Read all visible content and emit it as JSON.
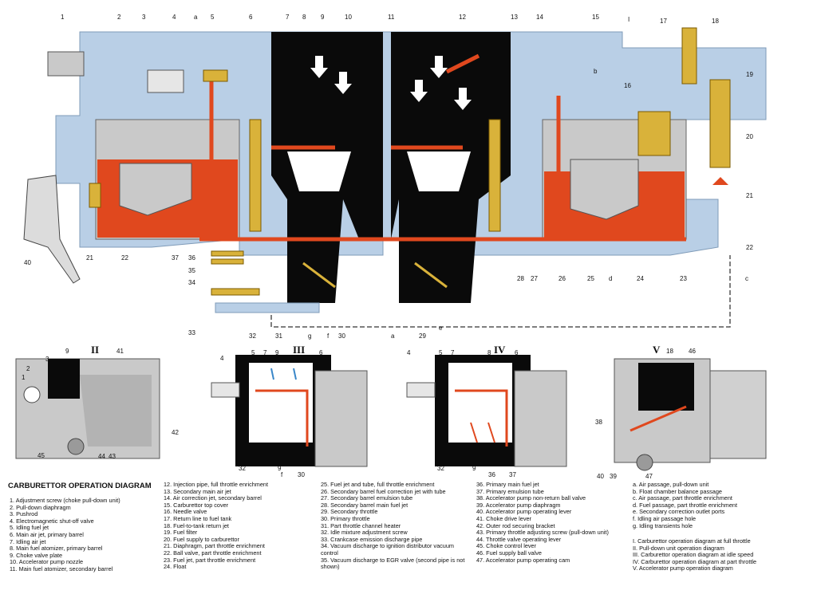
{
  "colors": {
    "air": "#b9cfe6",
    "body": "#c9c9c9",
    "fuel": "#e0481e",
    "black": "#0a0a0a",
    "brass": "#d9b23a",
    "white": "#ffffff"
  },
  "legend": {
    "title": "CARBURETTOR OPERATION DIAGRAM",
    "col1": [
      "1. Adjustment screw (choke pull-down unit)",
      "2. Pull-down diaphragm",
      "3. Pushrod",
      "4. Electromagnetic shut-off valve",
      "5. Idling fuel jet",
      "6. Main air jet, primary barrel",
      "7. Idling air jet",
      "8. Main fuel atomizer, primary barrel",
      "9. Choke valve plate",
      "10. Accelerator pump nozzle",
      "11. Main fuel atomizer, secondary barrel"
    ],
    "col2": [
      "12. Injection pipe, full throttle enrichment",
      "13. Secondary main air jet",
      "14. Air correction jet, secondary barrel",
      "15. Carburettor top cover",
      "16. Needle valve",
      "17. Return line to fuel tank",
      "18. Fuel-to-tank return jet",
      "19. Fuel filter",
      "20. Fuel supply to carburettor",
      "21. Diaphragm, part throttle enrichment",
      "22. Ball valve, part throttle enrichment",
      "23. Fuel jet, part throttle enrichment",
      "24. Float"
    ],
    "col3": [
      "25. Fuel jet and tube, full throttle enrichment",
      "26. Secondary barrel fuel correction jet with tube",
      "27. Secondary barrel emulsion tube",
      "28. Secondary barrel main fuel jet",
      "29. Secondary throttle",
      "30. Primary throttle",
      "31. Part throttle channel heater",
      "32. Idle mixture adjustment screw",
      "33. Crankcase emission discharge pipe",
      "34. Vacuum discharge to ignition distributor vacuum control",
      "35. Vacuum discharge to EGR valve (second pipe is not shown)"
    ],
    "col4": [
      "36. Primary main fuel jet",
      "37. Primary emulsion tube",
      "38. Accelerator pump non-return ball valve",
      "39. Accelerator pump diaphragm",
      "40. Accelerator pump operating lever",
      "41. Choke drive lever",
      "42. Outer rod securing bracket",
      "43. Primary throttle adjusting screw (pull-down unit)",
      "44. Throttle valve operating lever",
      "45. Choke control lever",
      "46. Fuel supply ball valve",
      "47. Accelerator pump operating cam"
    ],
    "col5": [
      "a.  Air passage, pull-down unit",
      "b.  Float chamber balance passage",
      "c.  Air passage, part throttle enrichment",
      "d.  Fuel passage, part throttle enrichment",
      "e.  Secondary correction outlet ports",
      "f.   Idling air passage hole",
      "g.  Idling transients hole"
    ],
    "col6": [
      "I.    Carburettor operation diagram at full throttle",
      "II.   Pull-down unit operation diagram",
      "III.  Carburettor operation diagram at idle speed",
      "IV.  Carburettor operation diagram at part throttle",
      "V.   Accelerator pump operation diagram"
    ]
  },
  "callouts": {
    "top": [
      "1",
      "2",
      "3",
      "4",
      "a",
      "5",
      "6",
      "7",
      "8",
      "9",
      "10",
      "11",
      "12",
      "13",
      "14",
      "15",
      "I",
      "17",
      "18",
      "b",
      "16",
      "19",
      "20"
    ],
    "left": [
      "40",
      "21",
      "22"
    ],
    "bottom": [
      "37",
      "36",
      "35",
      "34",
      "33",
      "32",
      "31",
      "g",
      "f",
      "30",
      "a",
      "29",
      "e",
      "28",
      "27",
      "26",
      "25",
      "d",
      "24",
      "23",
      "c",
      "21",
      "22"
    ],
    "roman": [
      "II",
      "III",
      "IV",
      "V"
    ],
    "sub2": [
      "1",
      "2",
      "3",
      "9",
      "41",
      "42",
      "45",
      "44",
      "43"
    ],
    "sub3": [
      "4",
      "5",
      "7",
      "9",
      "6",
      "32",
      "9",
      "f",
      "30"
    ],
    "sub4": [
      "4",
      "5",
      "7",
      "8",
      "6",
      "32",
      "9",
      "36",
      "37"
    ],
    "sub5": [
      "18",
      "46",
      "38",
      "40",
      "39",
      "47"
    ]
  }
}
